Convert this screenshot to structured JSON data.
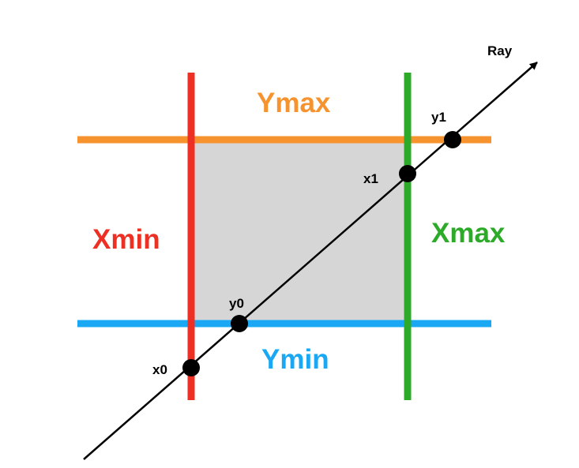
{
  "labels": {
    "ray": "Ray",
    "ymax": "Ymax",
    "ymin": "Ymin",
    "xmin": "Xmin",
    "xmax": "Xmax",
    "x0": "x0",
    "y0": "y0",
    "x1": "x1",
    "y1": "y1"
  },
  "colors": {
    "xmin": "#ee3024",
    "xmax": "#2eaa2a",
    "ymax": "#f6932e",
    "ymin": "#1aa8f5",
    "box_fill": "#d6d6d6",
    "ray": "#000000",
    "points": "#000000"
  }
}
